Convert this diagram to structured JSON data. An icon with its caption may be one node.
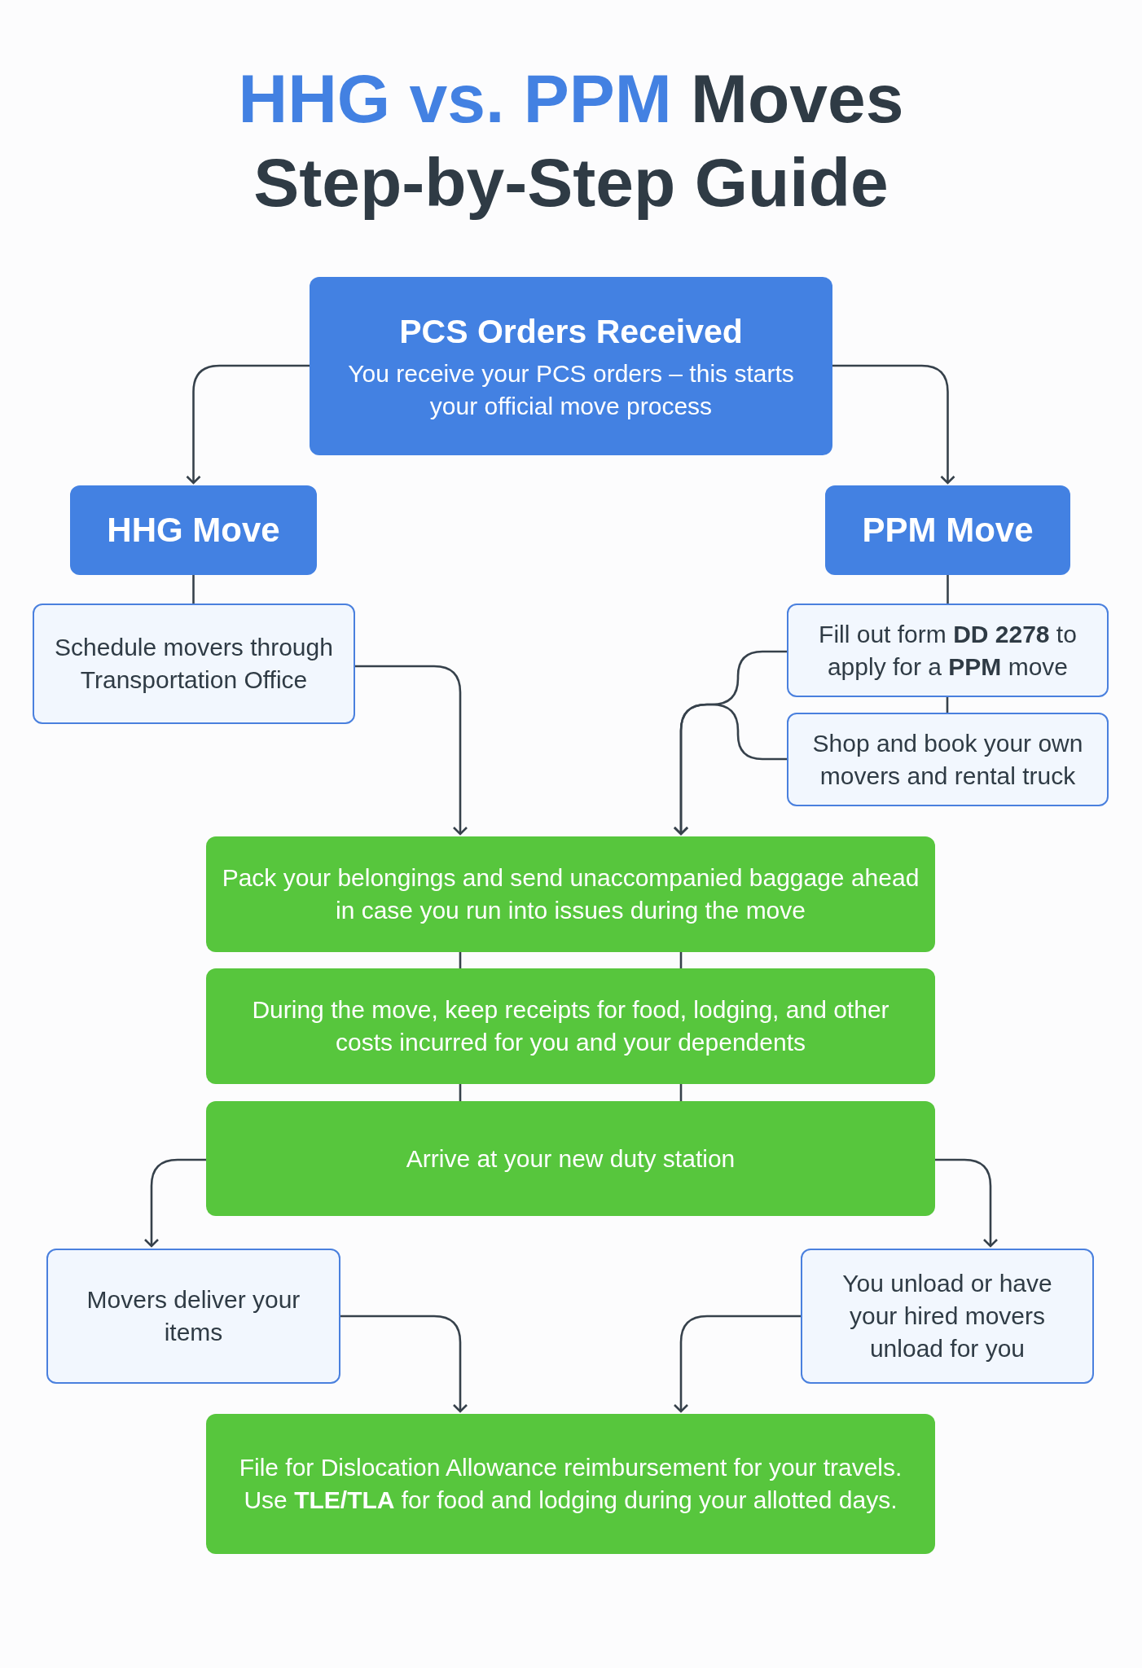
{
  "diagram": {
    "title": "HHG vs. PPM Moves Step-by-Step Guide",
    "nodes": [
      {
        "text": [
          "PCS Orders Received",
          "You receive your PCS orders – this starts your official move process"
        ]
      },
      {
        "text": [
          "HHG Move"
        ]
      },
      {
        "text": [
          "PPM Move"
        ]
      },
      {
        "text": [
          "Schedule movers through Transportation Office"
        ]
      },
      {
        "text": [
          "Fill out form **DD 2278** to apply for a **PPM** move"
        ]
      },
      {
        "text": [
          "Shop and book your own movers and rental truck"
        ]
      },
      {
        "text": [
          "Pack your belongings and send unaccompanied baggage ahead in case you run into issues during the move"
        ]
      },
      {
        "text": [
          "During the move, keep receipts for food, lodging, and other costs incurred for you and your dependents"
        ]
      },
      {
        "text": [
          "Arrive at your new duty station"
        ]
      },
      {
        "text": [
          "Movers deliver your items"
        ]
      },
      {
        "text": [
          "You unload or have your hired movers unload for you"
        ]
      },
      {
        "text": [
          "File for Dislocation Allowance reimbursement for your travels. Use **TLE/TLA** for food and lodging during your allotted days."
        ]
      }
    ],
    "edges": [
      {
        "from": 0,
        "to": 1,
        "arrow": "to"
      },
      {
        "from": 0,
        "to": 2,
        "arrow": "to"
      },
      {
        "from": 1,
        "to": 3,
        "arrow": "none"
      },
      {
        "from": 2,
        "to": 4,
        "arrow": "none"
      },
      {
        "from": 4,
        "to": 5,
        "arrow": "none"
      },
      {
        "from": 3,
        "to": 6,
        "arrow": "to"
      },
      {
        "from": 4,
        "to": 6,
        "arrow": "to"
      },
      {
        "from": 5,
        "to": 6,
        "arrow": "to"
      },
      {
        "from": 6,
        "to": 7,
        "arrow": "none"
      },
      {
        "from": 6,
        "to": 7,
        "arrow": "none"
      },
      {
        "from": 7,
        "to": 8,
        "arrow": "none"
      },
      {
        "from": 7,
        "to": 8,
        "arrow": "none"
      },
      {
        "from": 8,
        "to": 9,
        "arrow": "to"
      },
      {
        "from": 8,
        "to": 10,
        "arrow": "to"
      },
      {
        "from": 9,
        "to": 11,
        "arrow": "to"
      },
      {
        "from": 10,
        "to": 11,
        "arrow": "to"
      }
    ]
  }
}
